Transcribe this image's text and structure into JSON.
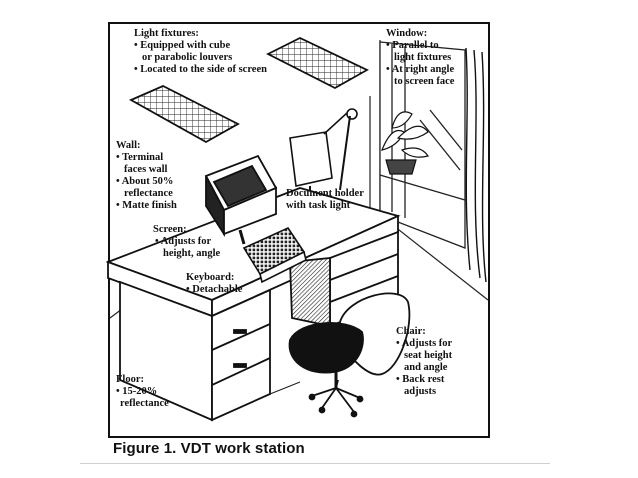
{
  "figure": {
    "caption": "Figure 1. VDT work station"
  },
  "callouts": {
    "light_fixtures": {
      "heading": "Light fixtures:",
      "lines": [
        "• Equipped with cube",
        "or parabolic louvers",
        "• Located to the side of screen"
      ]
    },
    "window": {
      "heading": "Window:",
      "lines": [
        "• Parallel to",
        "light fixtures",
        "• At right angle",
        "to screen face"
      ]
    },
    "wall": {
      "heading": "Wall:",
      "lines": [
        "• Terminal",
        "faces wall",
        "• About 50%",
        "reflectance",
        "• Matte finish"
      ]
    },
    "document_holder": {
      "lines": [
        "Document holder",
        "with task light"
      ]
    },
    "screen": {
      "heading": "Screen:",
      "lines": [
        "• Adjusts for",
        "height, angle"
      ]
    },
    "keyboard": {
      "heading": "Keyboard:",
      "lines": [
        "• Detachable"
      ]
    },
    "chair": {
      "heading": "Chair:",
      "lines": [
        "• Adjusts for",
        "seat height",
        "and angle",
        "• Back rest",
        "adjusts"
      ]
    },
    "floor": {
      "heading": "Floor:",
      "lines": [
        "• 15-20%",
        "reflectance"
      ]
    }
  }
}
